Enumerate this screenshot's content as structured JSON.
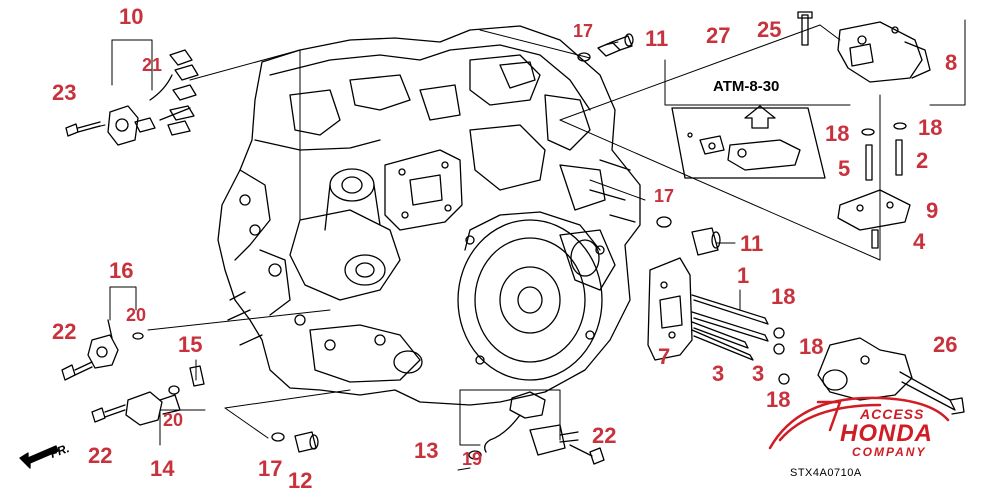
{
  "diagram": {
    "callouts": {
      "c10": "10",
      "c21": "21",
      "c23": "23",
      "c17a": "17",
      "c11a": "11",
      "c27": "27",
      "c25": "25",
      "c8": "8",
      "c18a": "18",
      "c18b": "18",
      "c5": "5",
      "c2": "2",
      "c9": "9",
      "c4": "4",
      "c17b": "17",
      "c11b": "11",
      "c16": "16",
      "c20a": "20",
      "c22a": "22",
      "c15": "15",
      "c1": "1",
      "c18c": "18",
      "c18d": "18",
      "c18e": "18",
      "c26": "26",
      "c7": "7",
      "c3a": "3",
      "c3b": "3",
      "c20b": "20",
      "c22b": "22",
      "c14": "14",
      "c17c": "17",
      "c12": "12",
      "c13": "13",
      "c19": "19",
      "c22c": "22"
    },
    "reference_label": "ATM-8-30",
    "diagram_code": "STX4A0710A",
    "front_label": "FR.",
    "watermark": {
      "line1": "ACCESS",
      "line2": "HONDA",
      "line3": "COMPANY"
    },
    "colors": {
      "callout": "#c8323c",
      "linework": "#000000",
      "watermark": "#d01c24",
      "background": "#ffffff"
    }
  }
}
